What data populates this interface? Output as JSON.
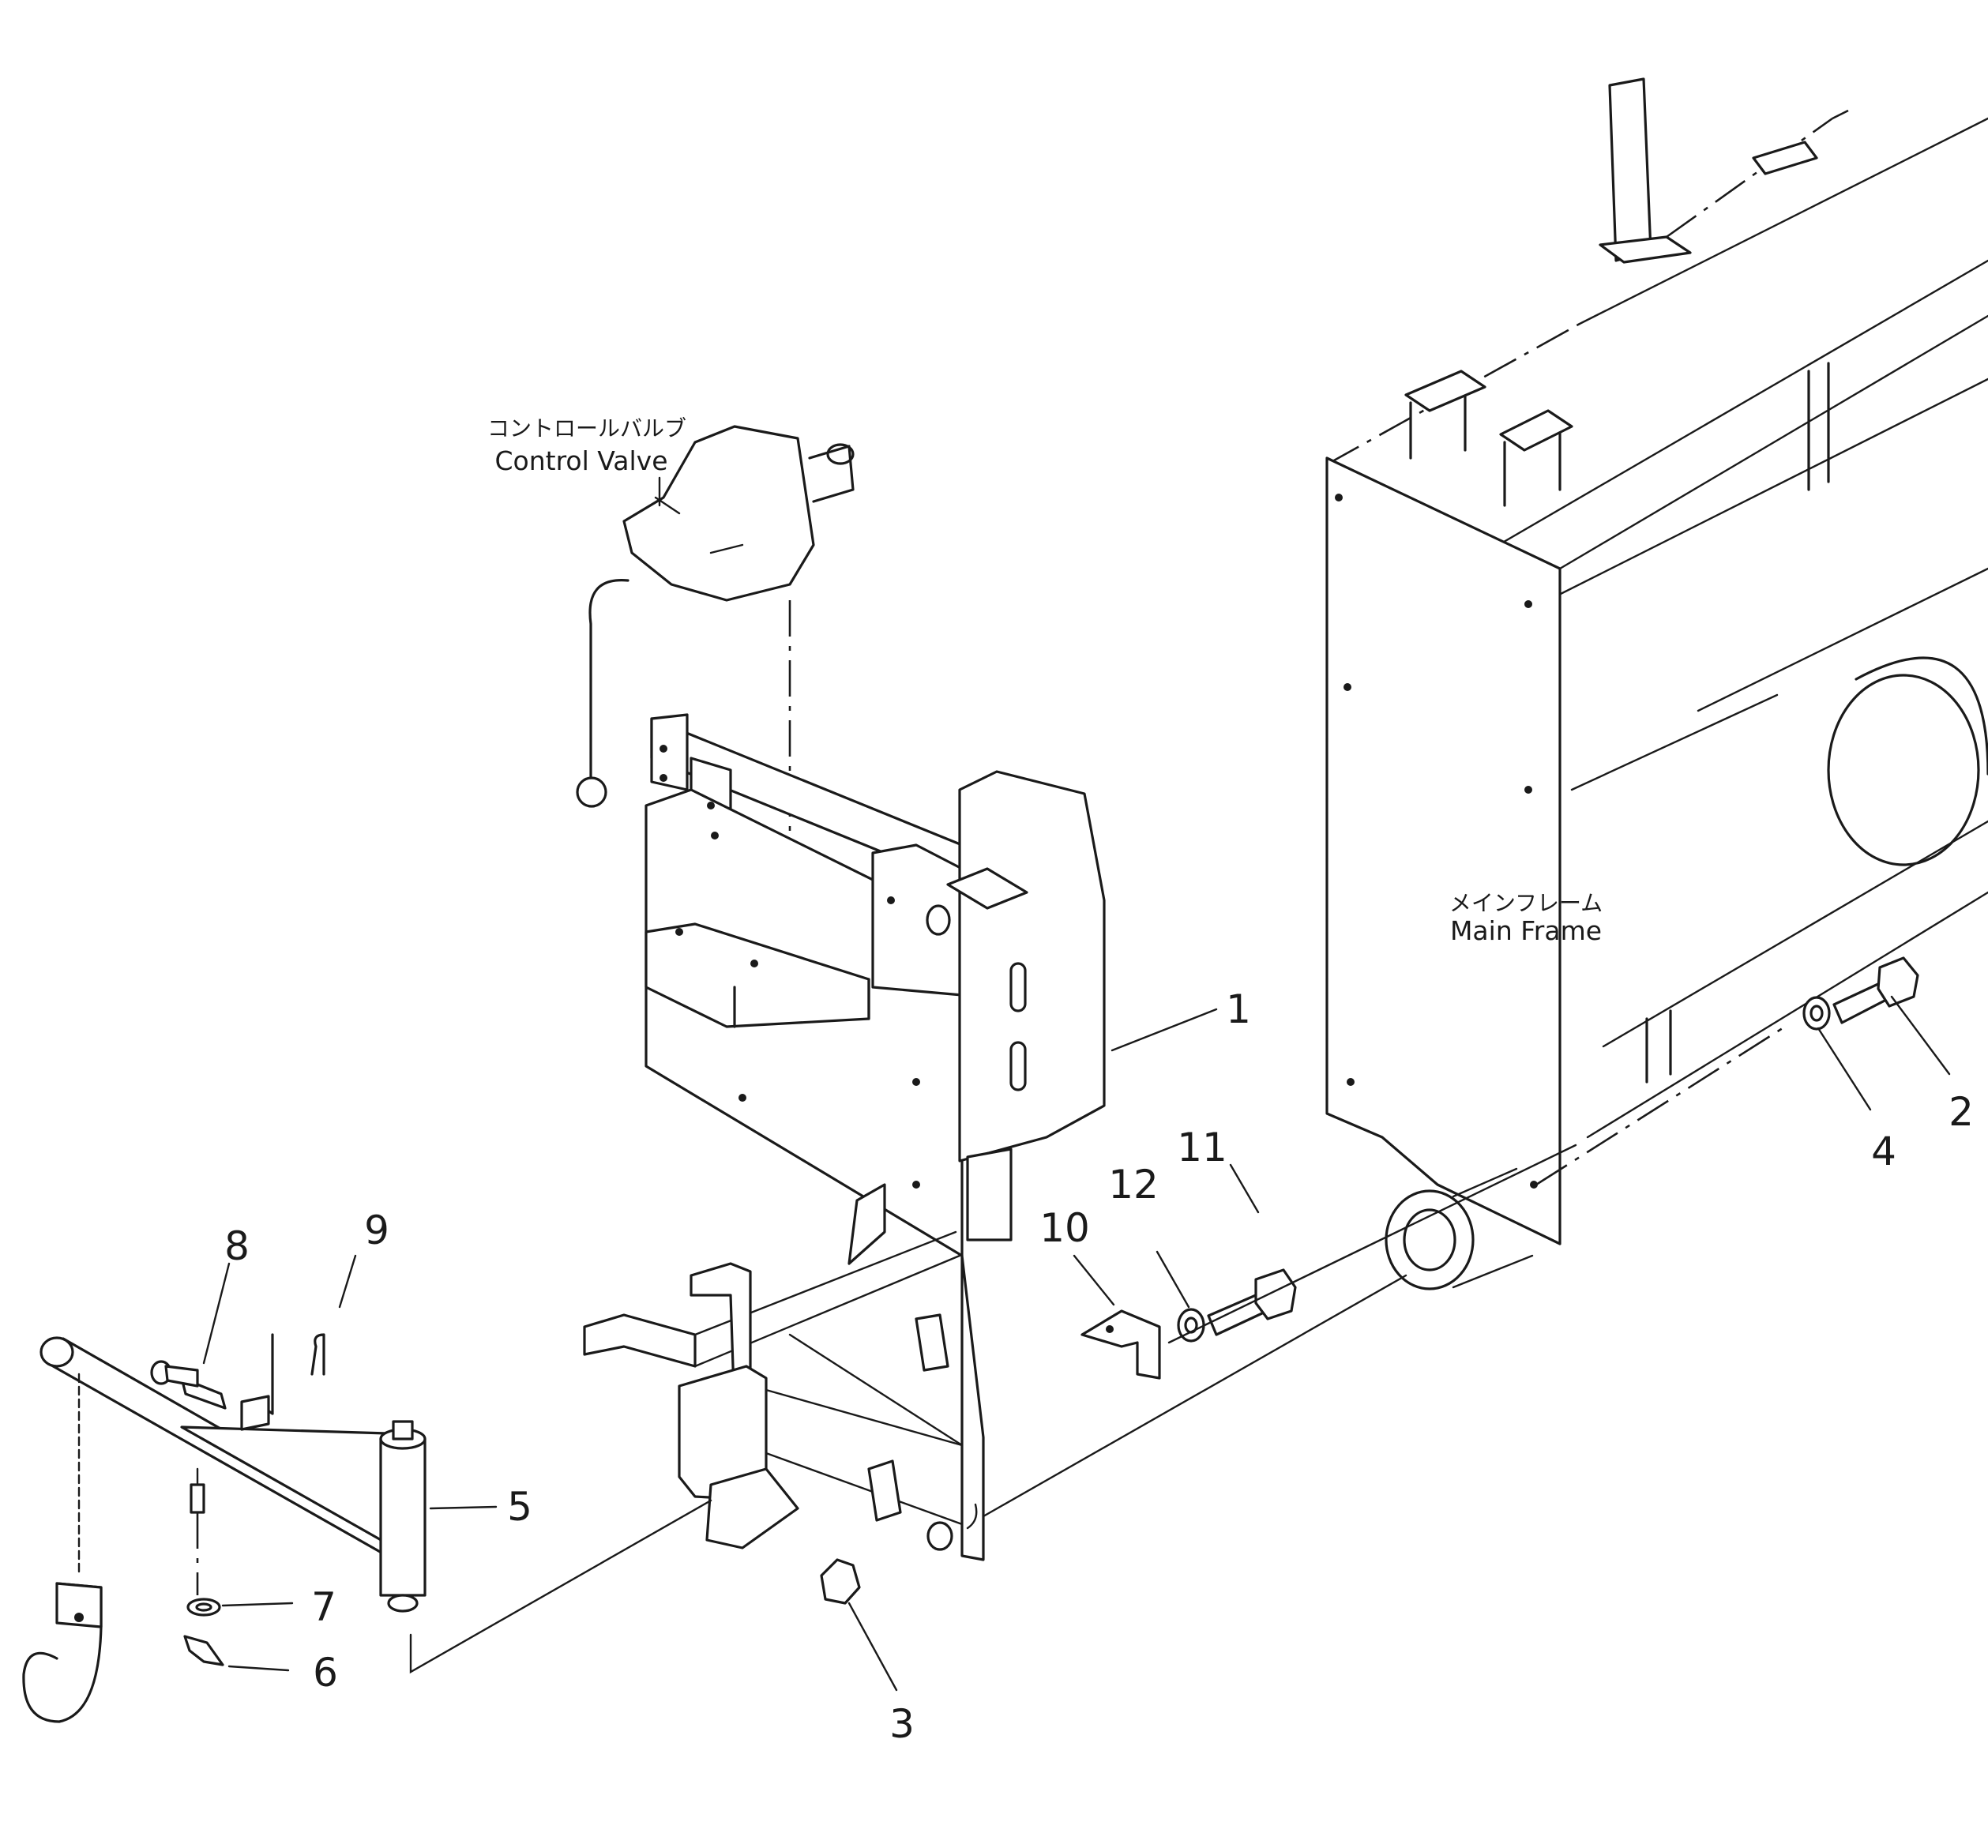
{
  "labels": {
    "control_valve_jp": "コントロールバルブ",
    "control_valve_en": "Control  Valve",
    "main_frame_jp": "メインフレーム",
    "main_frame_en": "Main  Frame"
  },
  "callouts": [
    "1",
    "2",
    "3",
    "4",
    "5",
    "6",
    "7",
    "8",
    "9",
    "10",
    "11",
    "12"
  ]
}
